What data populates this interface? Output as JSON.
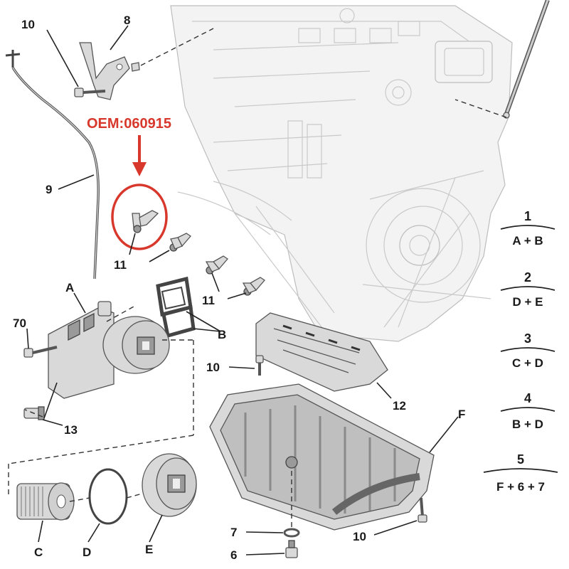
{
  "oem_note": {
    "text": "OEM:060915",
    "color": "#d8382c"
  },
  "callouts": {
    "p10_top": "10",
    "p8": "8",
    "p9": "9",
    "p11_a": "11",
    "p11_b": "11",
    "pA": "A",
    "p70": "70",
    "pB": "B",
    "p10_mid": "10",
    "p12": "12",
    "p13": "13",
    "pF": "F",
    "pC": "C",
    "pD": "D",
    "pE": "E",
    "p7": "7",
    "p6": "6",
    "p10_bot": "10"
  },
  "kit_key": [
    {
      "number": "1",
      "parts": "A + B"
    },
    {
      "number": "2",
      "parts": "D + E"
    },
    {
      "number": "3",
      "parts": "C + D"
    },
    {
      "number": "4",
      "parts": "B + D"
    },
    {
      "number": "5",
      "parts": "F + 6 + 7"
    }
  ],
  "colors": {
    "ink": "#1a1a1a",
    "highlight": "#d8382c",
    "part_fill": "#d9d9d9",
    "ghost": "#c9c9c9"
  },
  "icons": [
    "engine-block-outline",
    "dipstick",
    "oil-pan",
    "oil-filter-housing",
    "oil-filter-cartridge",
    "o-ring",
    "filter-cap",
    "gasket",
    "bolt",
    "drain-plug",
    "washer",
    "sensor",
    "clip"
  ]
}
